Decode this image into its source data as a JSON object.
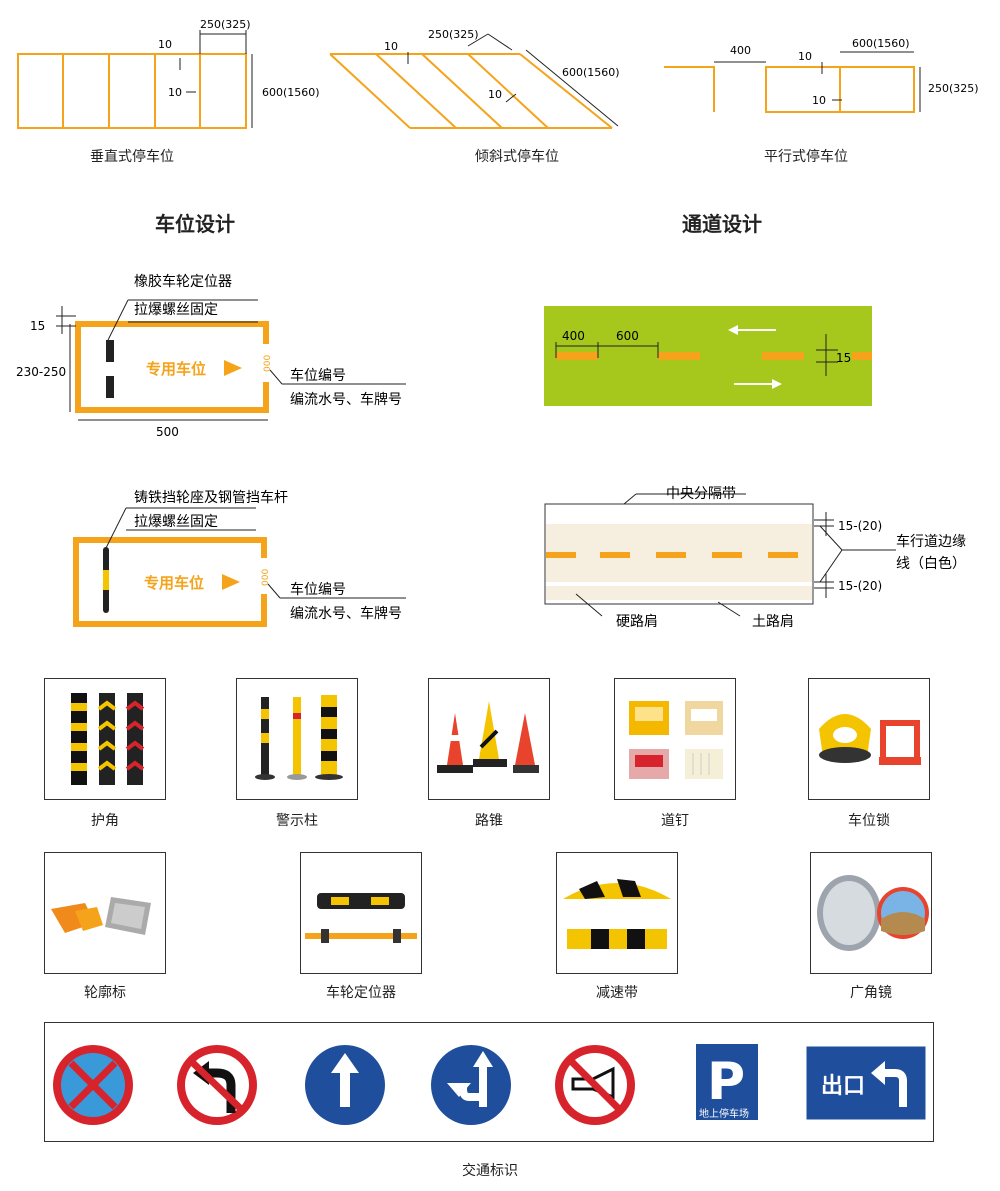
{
  "stall_layouts": {
    "perpendicular": {
      "label": "垂直式停车位",
      "dim_width": "250(325)",
      "dim_length": "600(1560)",
      "dim_line_a": "10",
      "dim_line_b": "10"
    },
    "angled": {
      "label": "倾斜式停车位",
      "dim_width": "250(325)",
      "dim_length": "600(1560)",
      "dim_line_a": "10",
      "dim_line_b": "10"
    },
    "parallel": {
      "label": "平行式停车位",
      "dim_gap": "400",
      "dim_length": "600(1560)",
      "dim_width": "250(325)",
      "dim_line_a": "10",
      "dim_line_b": "10"
    }
  },
  "section_titles": {
    "stall_design": "车位设计",
    "lane_design": "通道设计"
  },
  "stall_design_1": {
    "callout_top_1": "橡胶车轮定位器",
    "callout_top_2": "拉爆螺丝固定",
    "dim_top": "15",
    "dim_height": "230-250",
    "dim_width": "500",
    "stall_text": "专用车位",
    "stall_number": "000",
    "callout_right_1": "车位编号",
    "callout_right_2": "编流水号、车牌号",
    "colors": {
      "line": "#f5a31a",
      "stopper": "#222222"
    }
  },
  "stall_design_2": {
    "callout_top_1": "铸铁挡轮座及钢管挡车杆",
    "callout_top_2": "拉爆螺丝固定",
    "stall_text": "专用车位",
    "stall_number": "000",
    "callout_right_1": "车位编号",
    "callout_right_2": "编流水号、车牌号"
  },
  "lane_design_1": {
    "dim_dash": "400",
    "dim_gap": "600",
    "dim_width": "15",
    "colors": {
      "background": "#a6c81d",
      "dash": "#f5a31a",
      "arrow": "#ffffff"
    }
  },
  "lane_design_2": {
    "label_median": "中央分隔带",
    "dim_top": "15-(20)",
    "dim_bottom": "15-(20)",
    "label_edge_line_1": "车行道边缘",
    "label_edge_line_2": "线（白色）",
    "label_hard_shoulder": "硬路肩",
    "label_soft_shoulder": "土路肩",
    "colors": {
      "road": "#f6efe0",
      "dash": "#f5a31a"
    }
  },
  "products_row1": [
    {
      "label": "护角",
      "icon": "corner-guard-icon"
    },
    {
      "label": "警示柱",
      "icon": "warning-post-icon"
    },
    {
      "label": "路锥",
      "icon": "traffic-cone-icon"
    },
    {
      "label": "道钉",
      "icon": "road-stud-icon"
    },
    {
      "label": "车位锁",
      "icon": "parking-lock-icon"
    }
  ],
  "products_row2": [
    {
      "label": "轮廓标",
      "icon": "delineator-icon"
    },
    {
      "label": "车轮定位器",
      "icon": "wheel-stopper-icon"
    },
    {
      "label": "减速带",
      "icon": "speed-bump-icon"
    },
    {
      "label": "广角镜",
      "icon": "convex-mirror-icon"
    }
  ],
  "traffic_signs": {
    "caption": "交通标识",
    "parking_sign_main": "P",
    "parking_sign_sub": "地上停车场",
    "exit_sign_text": "出口",
    "colors": {
      "blue": "#1f4e9c",
      "red": "#d7232b"
    }
  }
}
